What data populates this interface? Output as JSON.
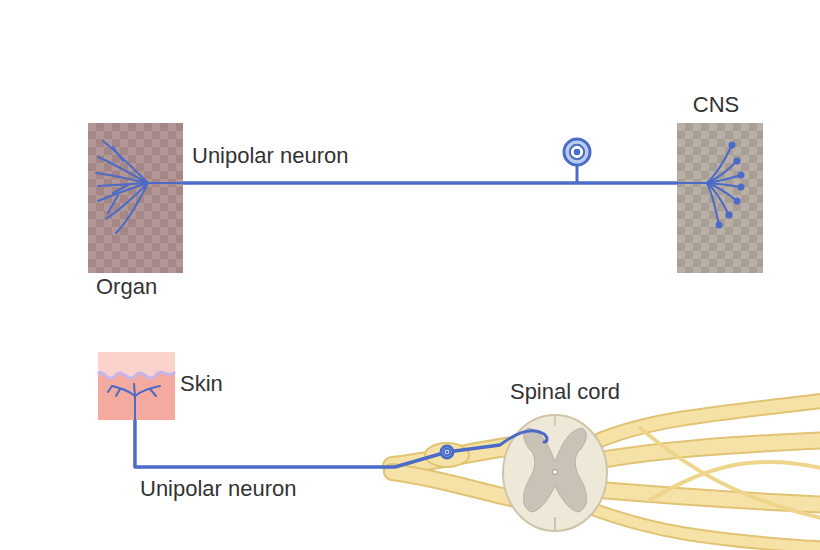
{
  "diagram": {
    "nodes": [
      {
        "text": [
          "Organ"
        ]
      },
      {
        "text": [
          "CNS"
        ]
      },
      {
        "text": [
          "Skin"
        ]
      },
      {
        "text": [
          "Spinal cord"
        ]
      }
    ],
    "edges": [
      {
        "from": 0,
        "to": 1,
        "arrow": "none",
        "label": "Unipolar neuron"
      },
      {
        "from": 2,
        "to": 3,
        "arrow": "none",
        "label": "Unipolar neuron"
      }
    ]
  }
}
